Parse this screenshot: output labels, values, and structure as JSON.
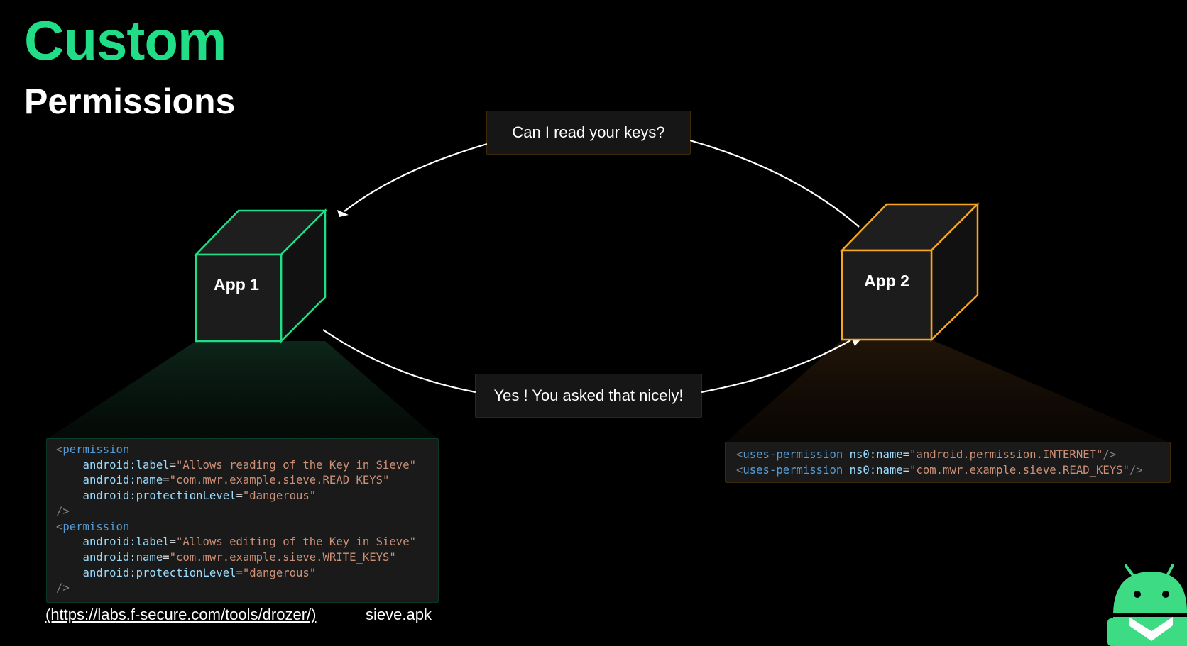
{
  "slide": {
    "title": "Custom",
    "subtitle": "Permissions"
  },
  "colors": {
    "accent_green": "#22dd88",
    "accent_orange": "#f5a623",
    "background": "#000000",
    "box_fill": "#1c1c1c"
  },
  "diagram": {
    "app1_label": "App 1",
    "app2_label": "App 2",
    "request_message": "Can I read your keys?",
    "response_message": "Yes ! You asked that nicely!"
  },
  "code_left": [
    [
      {
        "t": "tag",
        "v": "<"
      },
      {
        "t": "name",
        "v": "permission"
      }
    ],
    [
      {
        "t": "attr",
        "v": "    android:label"
      },
      {
        "t": "punc",
        "v": "="
      },
      {
        "t": "str",
        "v": "\"Allows reading of the Key in Sieve\""
      }
    ],
    [
      {
        "t": "attr",
        "v": "    android:name"
      },
      {
        "t": "punc",
        "v": "="
      },
      {
        "t": "str",
        "v": "\"com.mwr.example.sieve.READ_KEYS\""
      }
    ],
    [
      {
        "t": "attr",
        "v": "    android:protectionLevel"
      },
      {
        "t": "punc",
        "v": "="
      },
      {
        "t": "str",
        "v": "\"dangerous\""
      }
    ],
    [
      {
        "t": "tag",
        "v": "/>"
      }
    ],
    [
      {
        "t": "tag",
        "v": "<"
      },
      {
        "t": "name",
        "v": "permission"
      }
    ],
    [
      {
        "t": "attr",
        "v": "    android:label"
      },
      {
        "t": "punc",
        "v": "="
      },
      {
        "t": "str",
        "v": "\"Allows editing of the Key in Sieve\""
      }
    ],
    [
      {
        "t": "attr",
        "v": "    android:name"
      },
      {
        "t": "punc",
        "v": "="
      },
      {
        "t": "str",
        "v": "\"com.mwr.example.sieve.WRITE_KEYS\""
      }
    ],
    [
      {
        "t": "attr",
        "v": "    android:protectionLevel"
      },
      {
        "t": "punc",
        "v": "="
      },
      {
        "t": "str",
        "v": "\"dangerous\""
      }
    ],
    [
      {
        "t": "tag",
        "v": "/>"
      }
    ]
  ],
  "code_right": [
    [
      {
        "t": "tag",
        "v": "<"
      },
      {
        "t": "name",
        "v": "uses-permission"
      },
      {
        "t": "attr",
        "v": " ns0:name"
      },
      {
        "t": "punc",
        "v": "="
      },
      {
        "t": "str",
        "v": "\"android.permission.INTERNET\""
      },
      {
        "t": "tag",
        "v": "/>"
      }
    ],
    [
      {
        "t": "tag",
        "v": "<"
      },
      {
        "t": "name",
        "v": "uses-permission"
      },
      {
        "t": "attr",
        "v": " ns0:name"
      },
      {
        "t": "punc",
        "v": "="
      },
      {
        "t": "str",
        "v": "\"com.mwr.example.sieve.READ_KEYS\""
      },
      {
        "t": "tag",
        "v": "/>"
      }
    ]
  ],
  "footer": {
    "link_text": "(https://labs.f-secure.com/tools/drozer/)",
    "apk_name": "sieve.apk"
  },
  "icons": {
    "mascot": "android-robot-icon",
    "request_arrow": "arrow-head-icon",
    "response_arrow": "arrow-head-icon"
  }
}
